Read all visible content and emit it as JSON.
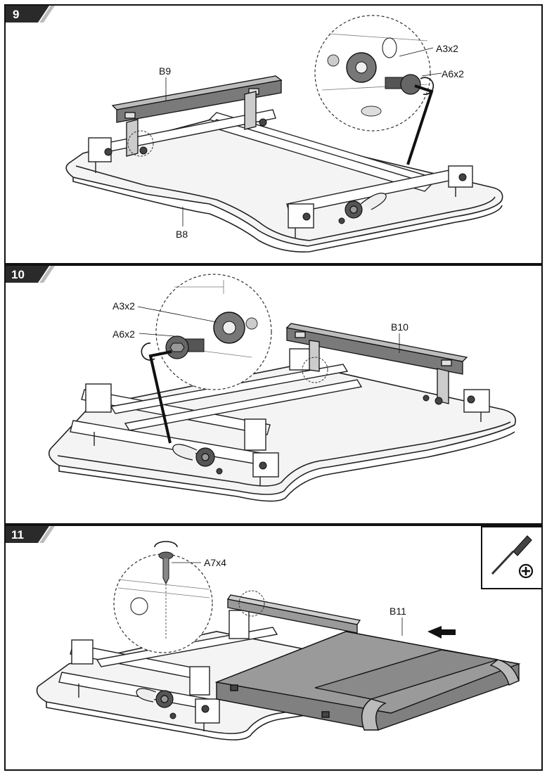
{
  "steps": [
    {
      "number": "9",
      "labels": {
        "detail_washer": "A3x2",
        "detail_bolt": "A6x2",
        "rail": "B9",
        "frame": "B8"
      }
    },
    {
      "number": "10",
      "labels": {
        "detail_washer": "A3x2",
        "detail_bolt": "A6x2",
        "rail": "B10"
      }
    },
    {
      "number": "11",
      "labels": {
        "detail_screw": "A7x4",
        "tray": "B11"
      }
    }
  ],
  "icons": [
    "screwdriver-icon",
    "phillips-plus-icon",
    "arrow-left-icon",
    "rotate-arrow-icon",
    "hex-key-icon"
  ]
}
